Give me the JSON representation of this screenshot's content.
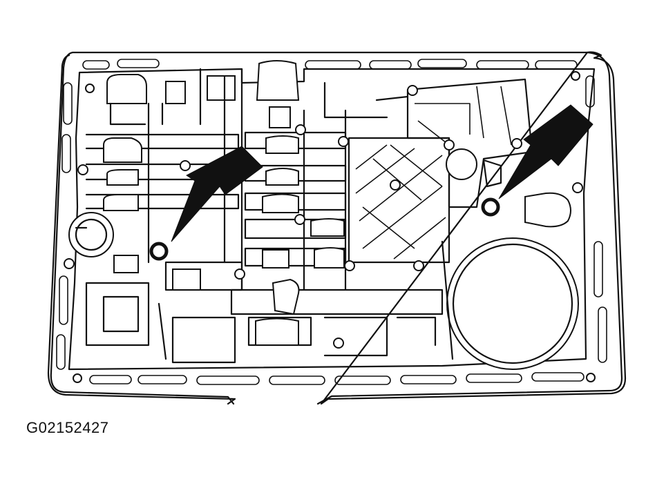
{
  "figure": {
    "id_label": "G02152427"
  },
  "colors": {
    "ink": "#111111",
    "background": "#ffffff"
  },
  "callouts": [
    {
      "name": "left-arrow-pointing-to-seal"
    },
    {
      "name": "right-arrow-pointing-to-seal"
    }
  ]
}
